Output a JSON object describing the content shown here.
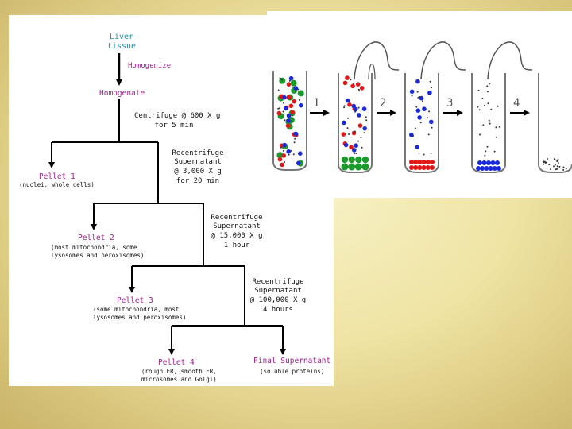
{
  "flowchart": {
    "start_line1": "Liver",
    "start_line2": "tissue",
    "homogenize": "Homogenize",
    "homogenate": "Homogenate",
    "step1_line1": "Centrifuge @ 600 X g",
    "step1_line2": "for 5 min",
    "pellet1_label": "Pellet 1",
    "pellet1_contents": "(nuclei, whole cells)",
    "step2_line1": "Recentrifuge",
    "step2_line2": "Supernatant",
    "step2_line3": "@ 3,000 X g",
    "step2_line4": "for 20 min",
    "pellet2_label": "Pellet 2",
    "pellet2_contents_line1": "(most mitochondria, some",
    "pellet2_contents_line2": "lysosomes and peroxisomes)",
    "step3_line1": "Recentrifuge",
    "step3_line2": "Supernatant",
    "step3_line3": "@ 15,000 X g",
    "step3_line4": "1 hour",
    "pellet3_label": "Pellet 3",
    "pellet3_contents_line1": "(some mitochondria, most",
    "pellet3_contents_line2": "lysosomes and peroxisomes)",
    "step4_line1": "Recentrifuge",
    "step4_line2": "Supernatant",
    "step4_line3": "@ 100,000 X g",
    "step4_line4": "4 hours",
    "pellet4_label": "Pellet 4",
    "pellet4_contents_line1": "(rough ER, smooth ER,",
    "pellet4_contents_line2": "microsomes and Golgi)",
    "final_label": "Final Supernatant",
    "final_contents": "(soluble proteins)"
  },
  "tubes": {
    "step_numbers": [
      "1",
      "2",
      "3",
      "4"
    ]
  },
  "colors": {
    "teal": "#1f8fa6",
    "magenta": "#a0208e",
    "green_particle": "#1a9a2a",
    "red_particle": "#e01818",
    "blue_particle": "#1a2ad8",
    "small_particle": "#333333"
  }
}
